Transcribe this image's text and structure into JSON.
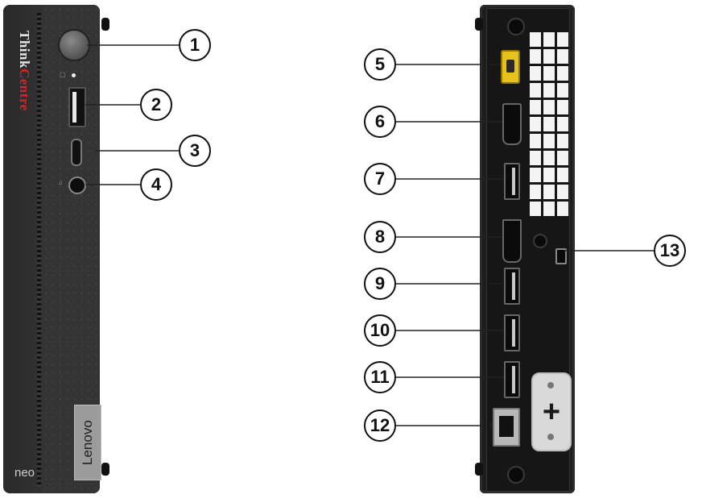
{
  "front_unit": {
    "brand_think": "Think",
    "brand_centre": "Centre",
    "model_label": "neo",
    "badge_label": "Lenovo"
  },
  "callouts": [
    {
      "label": "1",
      "target": "power-button"
    },
    {
      "label": "2",
      "target": "front-usb-a"
    },
    {
      "label": "3",
      "target": "front-usb-c"
    },
    {
      "label": "4",
      "target": "audio-jack"
    },
    {
      "label": "5",
      "target": "power-connector"
    },
    {
      "label": "6",
      "target": "displayport"
    },
    {
      "label": "7",
      "target": "rear-usb-a-1"
    },
    {
      "label": "8",
      "target": "hdmi"
    },
    {
      "label": "9",
      "target": "rear-usb-a-2"
    },
    {
      "label": "10",
      "target": "rear-usb-a-3"
    },
    {
      "label": "11",
      "target": "rear-usb-a-4"
    },
    {
      "label": "12",
      "target": "ethernet"
    },
    {
      "label": "13",
      "target": "security-lock-slot"
    }
  ],
  "colors": {
    "chassis": "#2e2e2e",
    "rear_chassis": "#1d1d1d",
    "dc_connector": "#e8c21c",
    "brand_red": "#d8232a"
  }
}
